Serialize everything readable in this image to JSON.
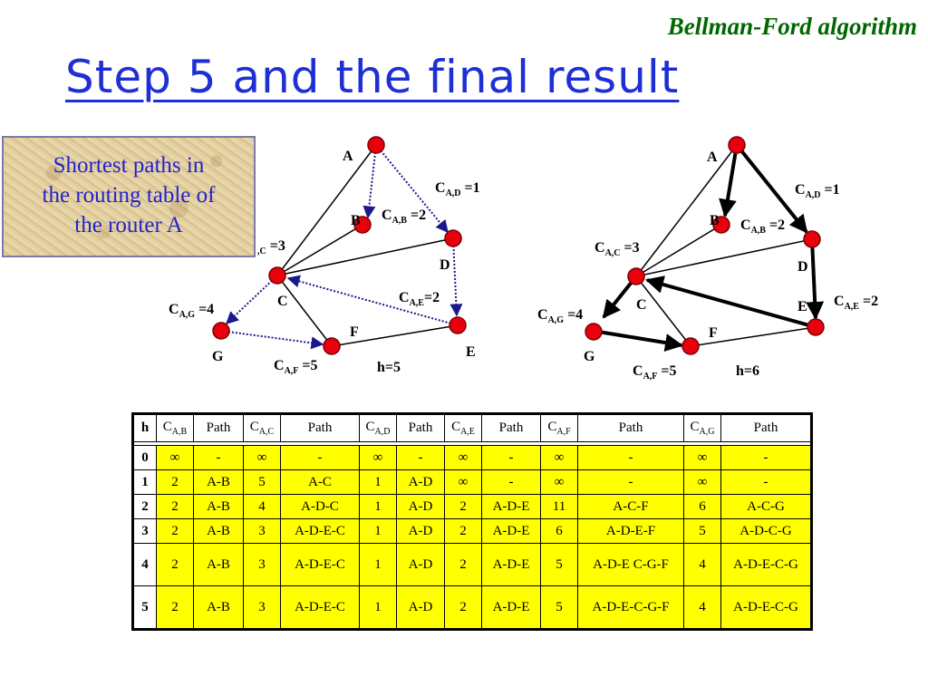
{
  "header": {
    "caption": "Bellman-Ford algorithm",
    "title": "Step 5 and the final result"
  },
  "note": {
    "line1": "Shortest paths in",
    "line2": "the routing table of",
    "line3": "the router A"
  },
  "graph_left": {
    "nodes": {
      "A": "A",
      "B": "B",
      "C": "C",
      "D": "D",
      "E": "E",
      "F": "F",
      "G": "G"
    },
    "labels": {
      "cad": "=1",
      "cab": "=2",
      "cac": "=3",
      "cae": "=2",
      "cag": "=4",
      "caf": "=5"
    },
    "h": "h=5"
  },
  "graph_right": {
    "nodes": {
      "A": "A",
      "B": "B",
      "C": "C",
      "D": "D",
      "E": "E",
      "F": "F",
      "G": "G"
    },
    "labels": {
      "cad": "=1",
      "cab": "=2",
      "cac": "=3",
      "cae": "=2",
      "cag": "=4",
      "caf": "=5"
    },
    "h": "h=6"
  },
  "table": {
    "headers": [
      "h",
      "C",
      "Path",
      "C",
      "Path",
      "C",
      "Path",
      "C",
      "Path",
      "C",
      "Path",
      "C",
      "Path"
    ],
    "header_subs": [
      "",
      "A,B",
      "",
      "A,C",
      "",
      "A,D",
      "",
      "A,E",
      "",
      "A,F",
      "",
      "A,G",
      ""
    ],
    "rows": [
      [
        "0",
        "∞",
        "-",
        "∞",
        "-",
        "∞",
        "-",
        "∞",
        "-",
        "∞",
        "-",
        "∞",
        "-"
      ],
      [
        "1",
        "2",
        "A-B",
        "5",
        "A-C",
        "1",
        "A-D",
        "∞",
        "-",
        "∞",
        "-",
        "∞",
        "-"
      ],
      [
        "2",
        "2",
        "A-B",
        "4",
        "A-D-C",
        "1",
        "A-D",
        "2",
        "A-D-E",
        "11",
        "A-C-F",
        "6",
        "A-C-G"
      ],
      [
        "3",
        "2",
        "A-B",
        "3",
        "A-D-E-C",
        "1",
        "A-D",
        "2",
        "A-D-E",
        "6",
        "A-D-E-F",
        "5",
        "A-D-C-G"
      ],
      [
        "4",
        "2",
        "A-B",
        "3",
        "A-D-E-C",
        "1",
        "A-D",
        "2",
        "A-D-E",
        "5",
        "A-D-E C-G-F",
        "4",
        "A-D-E-C-G"
      ],
      [
        "5",
        "2",
        "A-B",
        "3",
        "A-D-E-C",
        "1",
        "A-D",
        "2",
        "A-D-E",
        "5",
        "A-D-E-C-G-F",
        "4",
        "A-D-E-C-G"
      ]
    ]
  },
  "colors": {
    "node": "#e8000f",
    "arrow": "#1a1a8c",
    "title": "#1f2fd6",
    "caption": "#006600",
    "cell": "#ffff00"
  }
}
